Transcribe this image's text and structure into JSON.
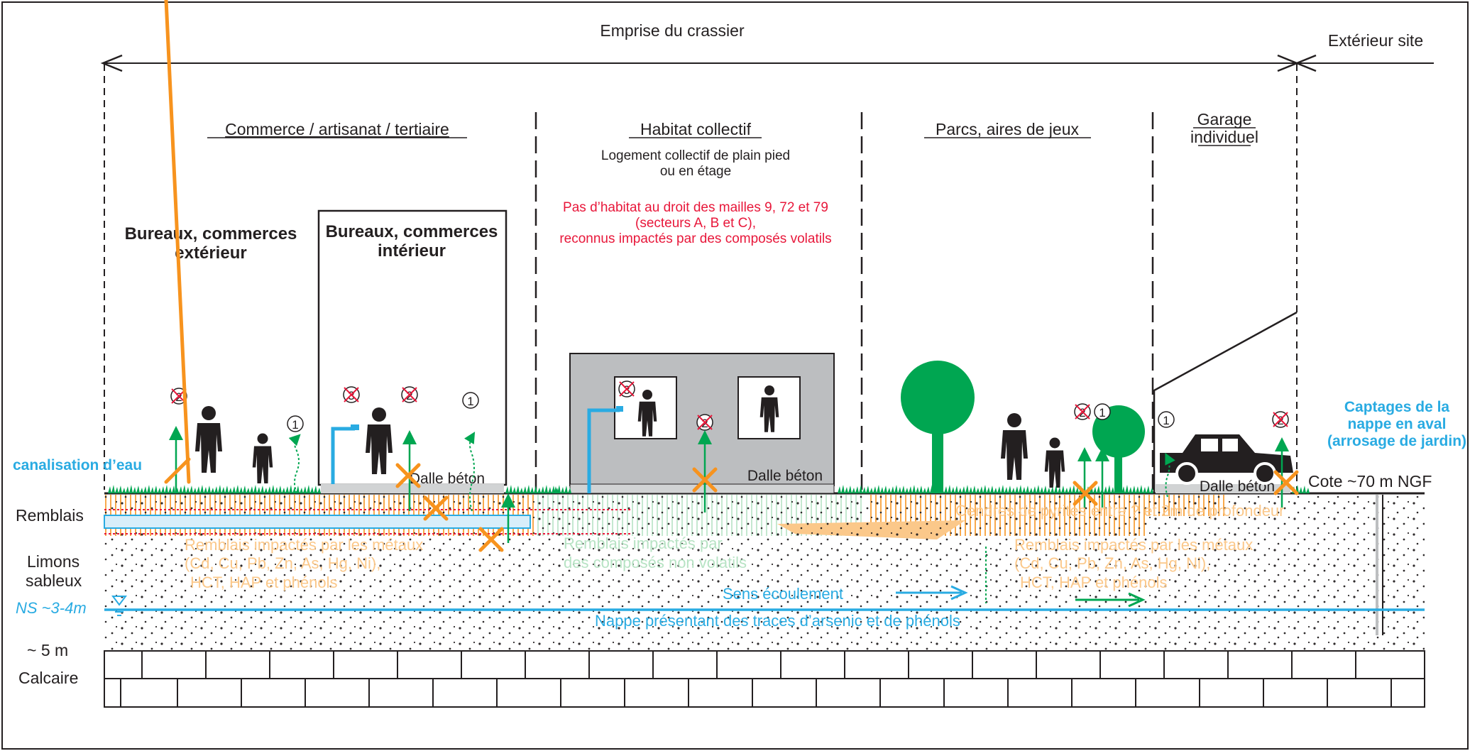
{
  "header": {
    "emprise": "Emprise du crassier",
    "exterieur": "Extérieur site"
  },
  "zones": {
    "commerce": "Commerce / artisanat / tertiaire",
    "habitat": "Habitat collectif",
    "parcs": "Parcs, aires de jeux",
    "garage_line1": "Garage",
    "garage_line2": "individuel"
  },
  "commerce": {
    "exterieur_line1": "Bureaux, commerces",
    "exterieur_line2": "extérieur",
    "interieur_line1": "Bureaux, commerces",
    "interieur_line2": "intérieur"
  },
  "habitat": {
    "desc_line1": "Logement collectif de plain pied",
    "desc_line2": "ou en étage",
    "warning_line1": "Pas d’habitat au droit des mailles 9, 72 et 79",
    "warning_line2": "(secteurs A, B et C),",
    "warning_line3": "reconnus impactés par des composés volatils"
  },
  "captages": {
    "line1": "Captages de la",
    "line2": "nappe en aval",
    "line3": "(arrosage de jardin)"
  },
  "labels": {
    "canalisation": "canalisation d’eau",
    "dalle_beton": "Dalle béton",
    "cote": "Cote ~70 m NGF",
    "remblais": "Remblais",
    "limons_line1": "Limons",
    "limons_line2": "sableux",
    "ns": "NS ~3-4m",
    "five_m": "~ 5 m",
    "calcaire": "Calcaire"
  },
  "soil_text": {
    "metaux_left_line1": "Remblais impactés par les métaux",
    "metaux_left_line2": "(Cd, Cu, Pb, Zn, As, Hg, Ni),",
    "metaux_left_line3": "HCT, HAP et  phénols",
    "non_volatils_line1": "Remblais impactés par",
    "non_volatils_line2": "des composés non volatils",
    "cendres": "Cendres de pyrites entre ? et 2m de profondeur",
    "metaux_right_line1": "Remblais impactés par les métaux",
    "metaux_right_line2": "(Cd, Cu, Pb, Zn, As, Hg, Ni),",
    "metaux_right_line3": "HCT, HAP et  phénols",
    "sens": "Sens écoulement",
    "nappe": "Nappe présentant des traces d’arsenic et de phénols"
  },
  "markers": {
    "one": "1",
    "two": "2",
    "three": "3"
  },
  "colors": {
    "water_blue": "#29abe2",
    "orange": "#f7931e",
    "light_orange": "#fbc88a",
    "green": "#00a651",
    "teal_arrow": "#009a7a",
    "red": "#e8173a",
    "grey_building": "#bcbec0",
    "black": "#231f20"
  },
  "icons": [
    "person-icon",
    "tree-icon",
    "car-icon",
    "tap-icon",
    "cross-mark-icon",
    "pathway-arrow-icon",
    "grass-icon",
    "groundwater-level-icon"
  ]
}
